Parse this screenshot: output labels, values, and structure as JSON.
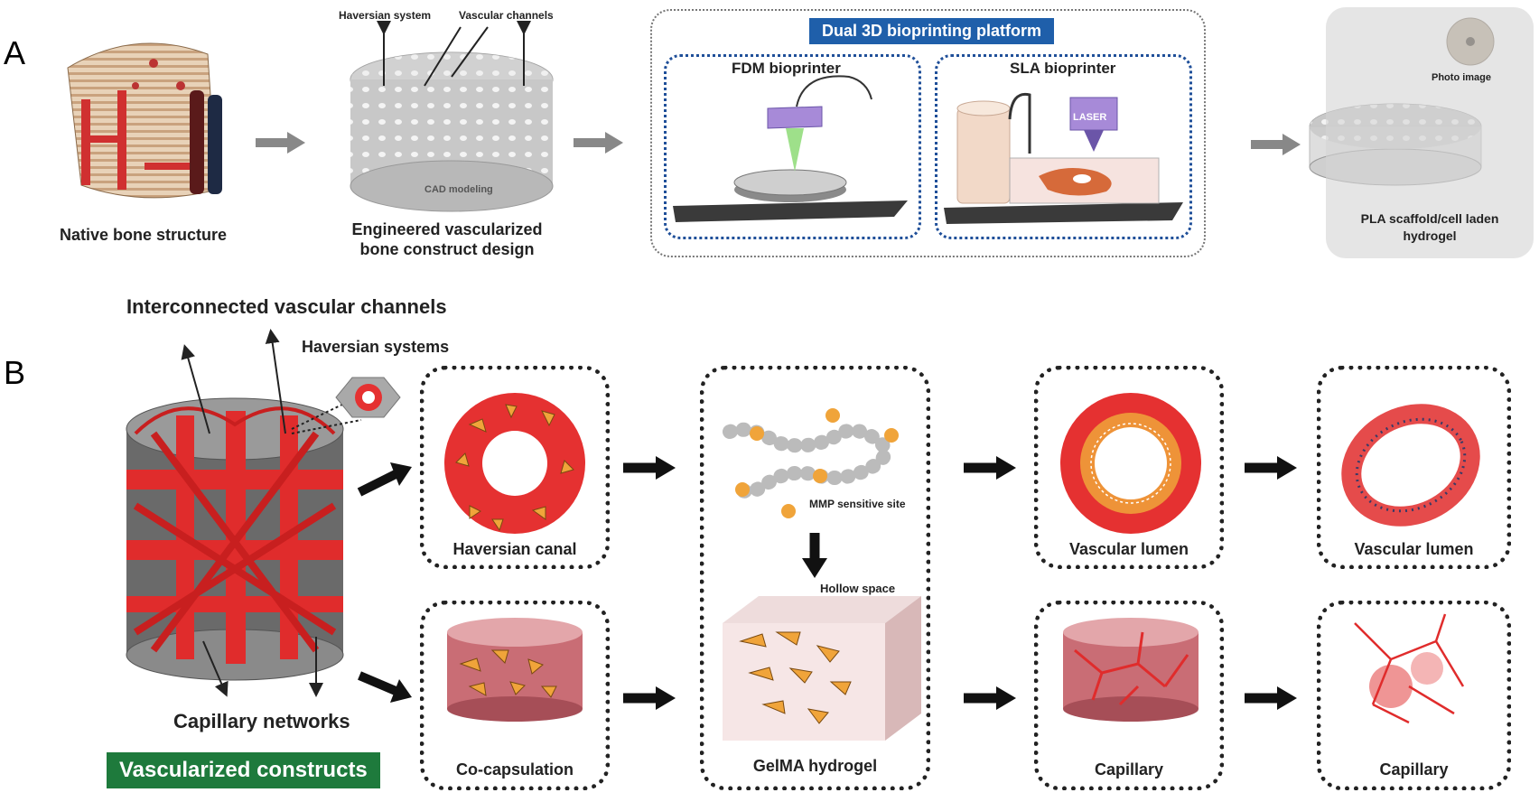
{
  "panel_a": {
    "letter": "A",
    "native_bone_label": "Native bone structure",
    "haversian_system_label": "Haversian system",
    "vascular_channels_label": "Vascular channels",
    "cad_modeling_label": "CAD modeling",
    "engineered_label_line1": "Engineered vascularized",
    "engineered_label_line2": "bone construct design",
    "platform_title": "Dual 3D bioprinting platform",
    "fdm_label": "FDM bioprinter",
    "sla_label": "SLA bioprinter",
    "laser_label": "LASER",
    "photo_image_label": "Photo image",
    "pla_label_line1": "PLA scaffold/cell laden",
    "pla_label_line2": "hydrogel"
  },
  "panel_b": {
    "letter": "B",
    "interconnected_label": "Interconnected vascular channels",
    "haversian_systems_label": "Haversian systems",
    "capillary_networks_label": "Capillary networks",
    "vascularized_constructs_label": "Vascularized constructs",
    "haversian_canal_label": "Haversian canal",
    "co_capsulation_label": "Co-capsulation",
    "mmp_label": "MMP sensitive site",
    "hollow_space_label": "Hollow space",
    "gelma_label": "GelMA hydrogel",
    "vascular_lumen_label_1": "Vascular lumen",
    "vascular_lumen_label_2": "Vascular lumen",
    "capillary_label_1": "Capillary",
    "capillary_label_2": "Capillary"
  },
  "colors": {
    "red": "#e53131",
    "orange": "#f0a43a",
    "gray": "#9c9c9c",
    "blue": "#1f5faa",
    "green": "#1e7a3c"
  }
}
